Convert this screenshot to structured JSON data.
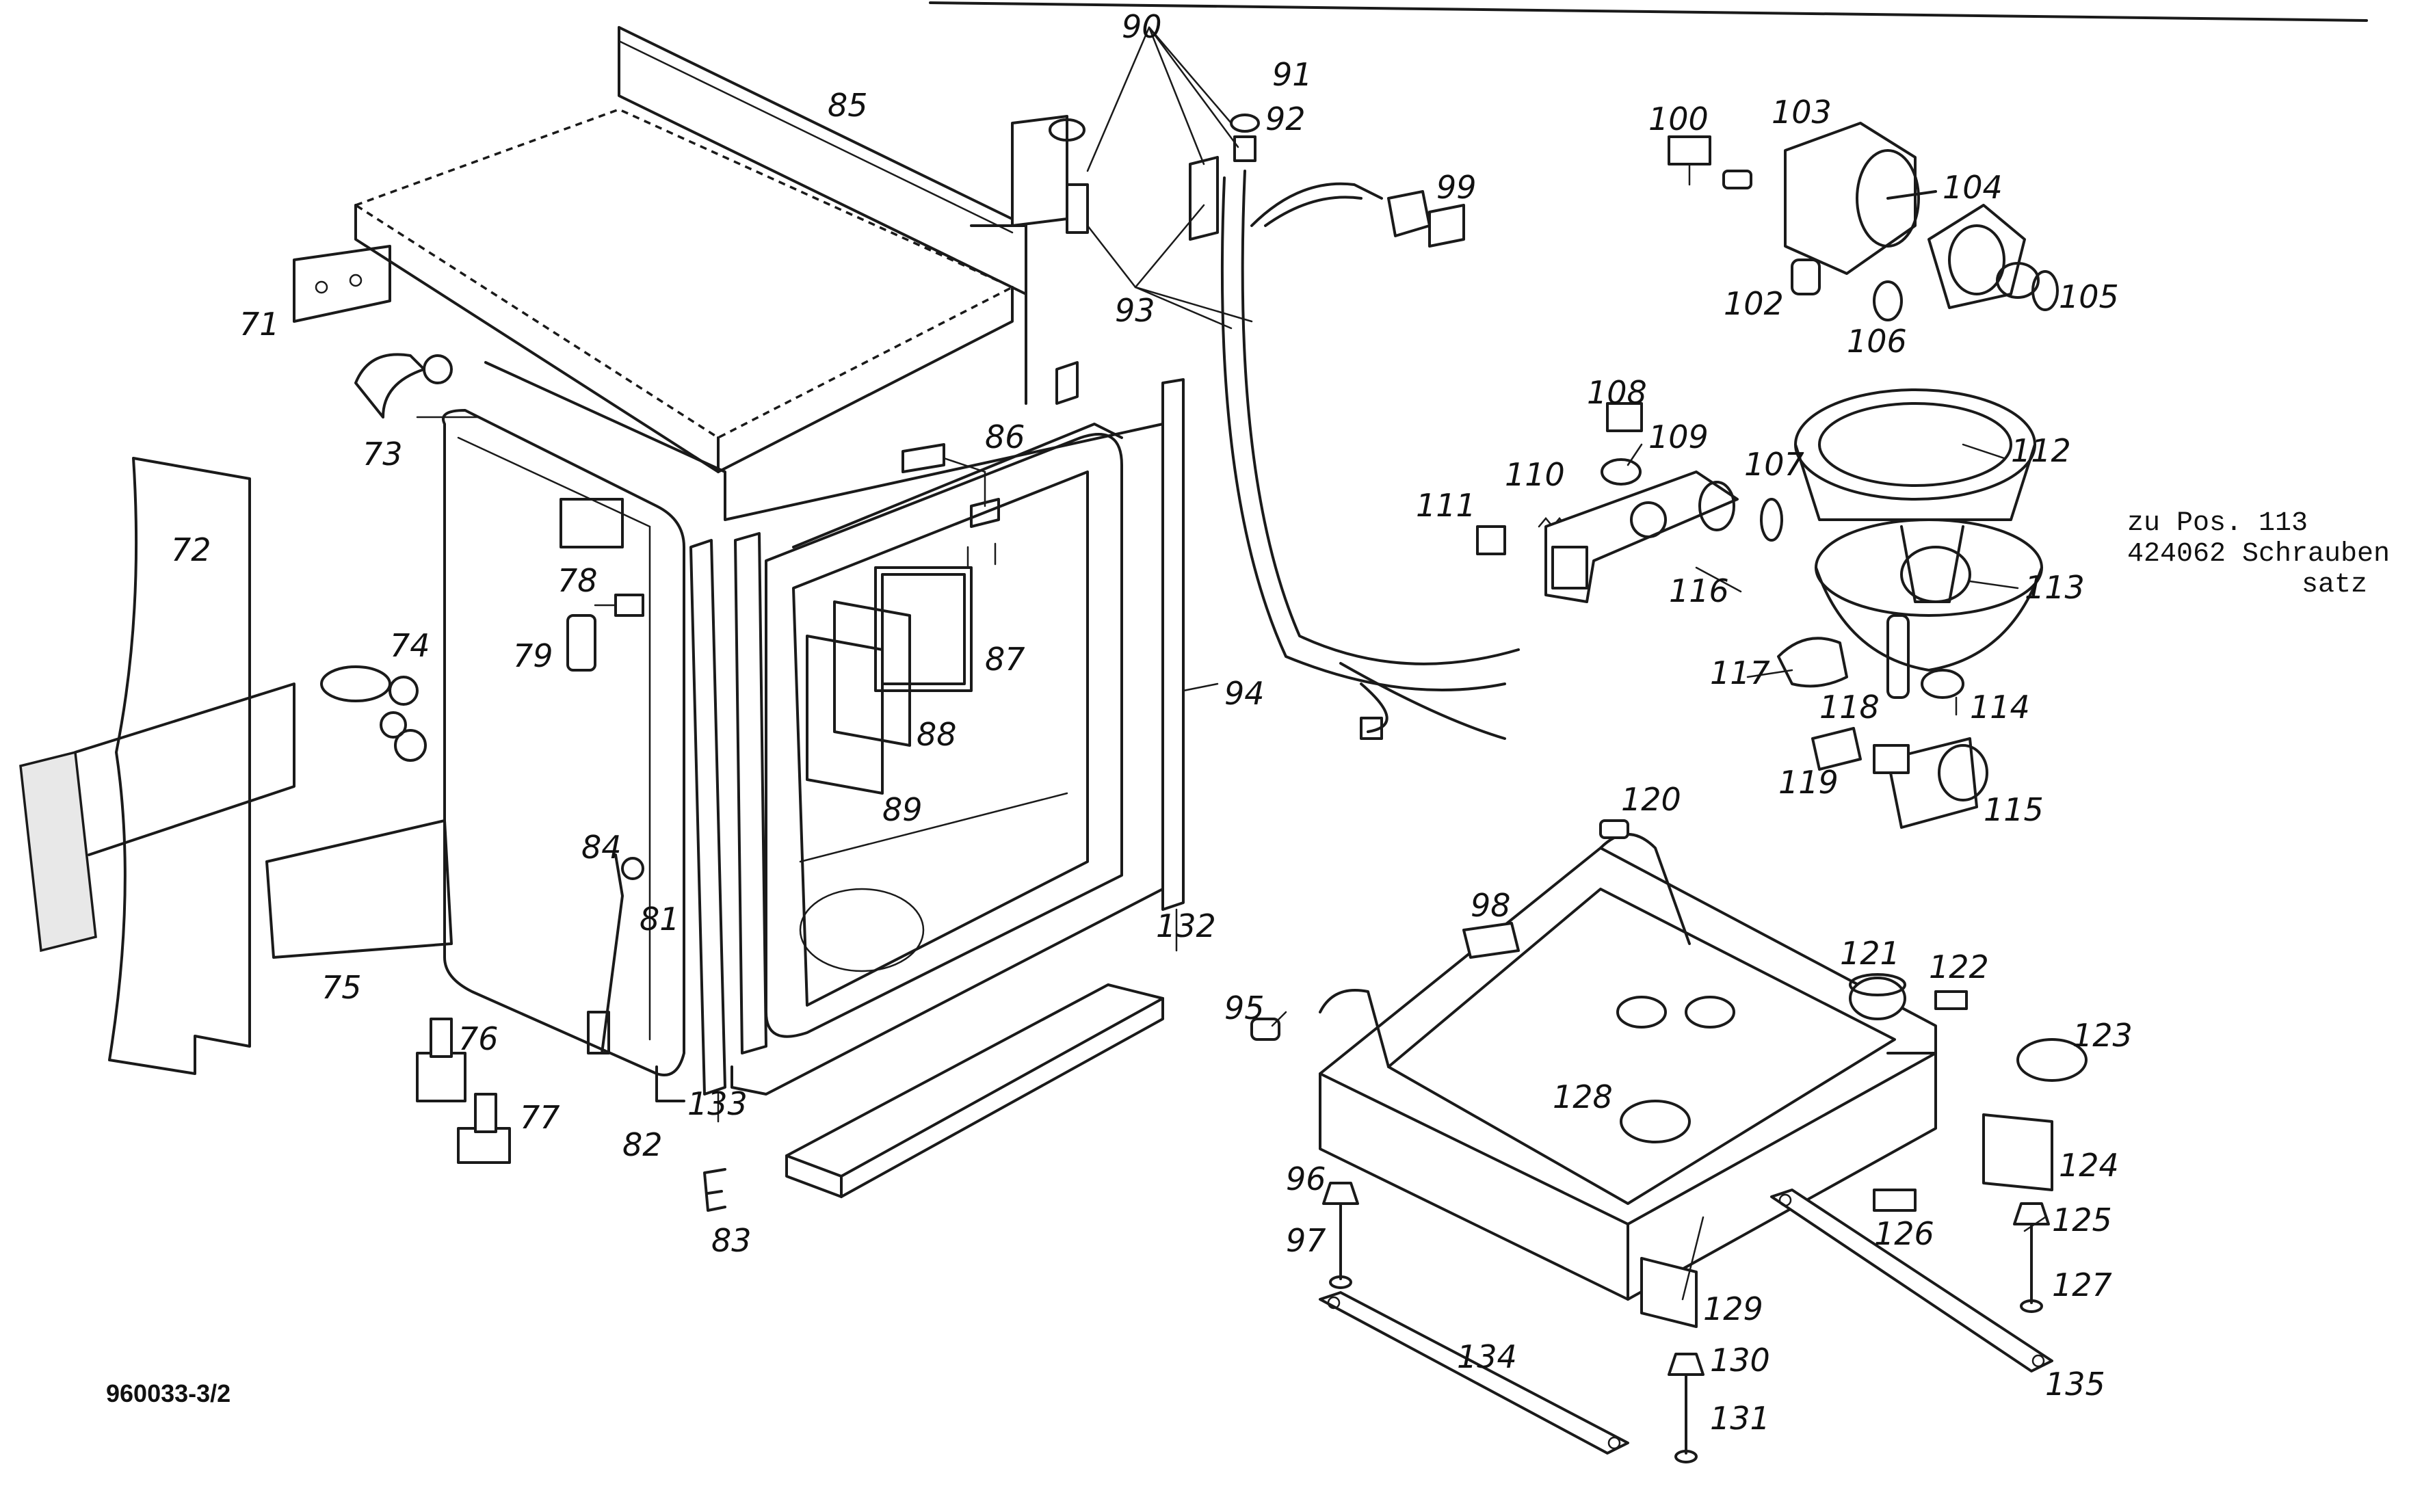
{
  "document_ref": "960033-3/2",
  "note": {
    "line1": "zu Pos. 113",
    "line2": "424062 Schrauben",
    "line3": "satz"
  },
  "labels": {
    "l71": "71",
    "l72": "72",
    "l73": "73",
    "l74": "74",
    "l75": "75",
    "l76": "76",
    "l77": "77",
    "l78": "78",
    "l79": "79",
    "l81": "81",
    "l82": "82",
    "l83": "83",
    "l84": "84",
    "l85": "85",
    "l86": "86",
    "l87": "87",
    "l88": "88",
    "l89": "89",
    "l90": "90",
    "l91": "91",
    "l92": "92",
    "l93": "93",
    "l94": "94",
    "l95": "95",
    "l96": "96",
    "l97": "97",
    "l98": "98",
    "l99": "99",
    "l100": "100",
    "l102": "102",
    "l103": "103",
    "l104": "104",
    "l105": "105",
    "l106": "106",
    "l107": "107",
    "l108": "108",
    "l109": "109",
    "l110": "110",
    "l111": "111",
    "l112": "112",
    "l113": "113",
    "l114": "114",
    "l115": "115",
    "l116": "116",
    "l117": "117",
    "l118": "118",
    "l119": "119",
    "l120": "120",
    "l121": "121",
    "l122": "122",
    "l123": "123",
    "l124": "124",
    "l125": "125",
    "l126": "126",
    "l127": "127",
    "l128": "128",
    "l129": "129",
    "l130": "130",
    "l131": "131",
    "l132": "132",
    "l133": "133",
    "l134": "134",
    "l135": "135"
  }
}
